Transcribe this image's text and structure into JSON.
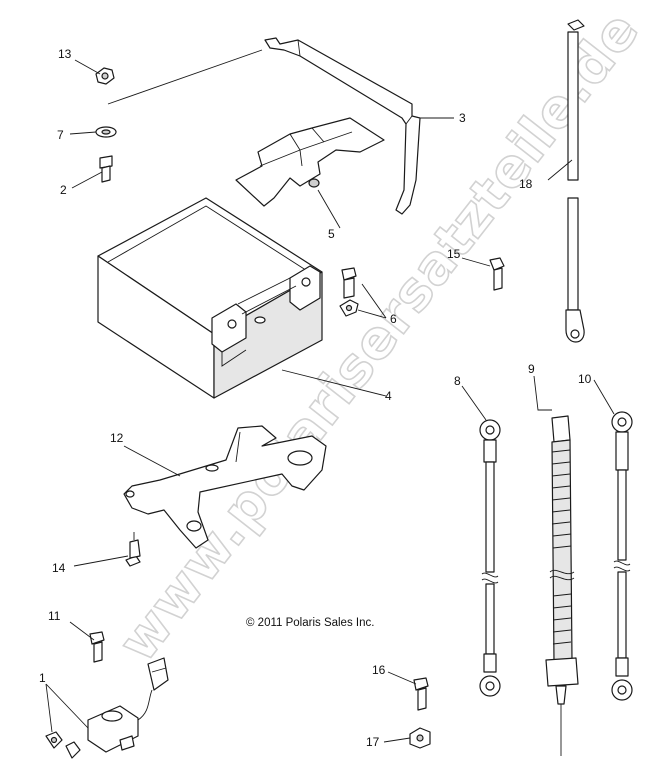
{
  "callouts": {
    "c1": "1",
    "c2": "2",
    "c3": "3",
    "c4": "4",
    "c5": "5",
    "c6": "6",
    "c7": "7",
    "c8": "8",
    "c9": "9",
    "c10": "10",
    "c11": "11",
    "c12": "12",
    "c13": "13",
    "c14": "14",
    "c15": "15",
    "c16": "16",
    "c17": "17",
    "c18": "18"
  },
  "copyright": "© 2011 Polaris Sales Inc.",
  "watermark": "www.polarisersatzteile.de",
  "colors": {
    "line": "#1a1a1a",
    "shade": "#e6e6e6",
    "watermark": "#d2d2d2",
    "background": "#ffffff"
  }
}
